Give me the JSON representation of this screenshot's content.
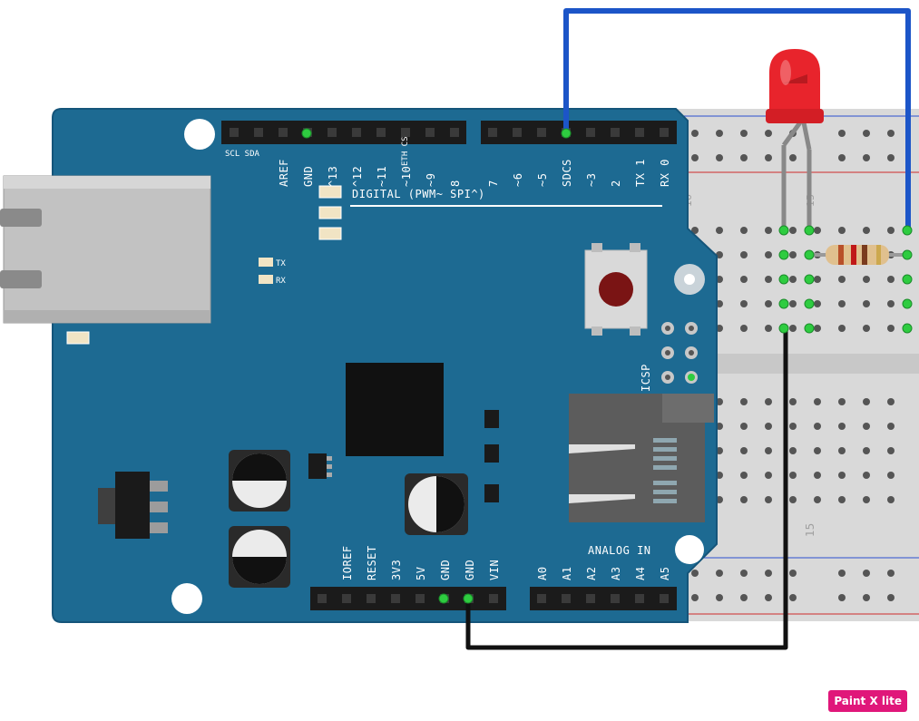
{
  "board": {
    "digital_label": "DIGITAL (PWM~ SPI^)",
    "analog_label": "ANALOG IN",
    "icsp_label": "ICSP",
    "tx_label": "TX",
    "rx_label": "RX",
    "scl_sda": "SCL SDA",
    "eth_cs": "ETH CS",
    "digital_pins": [
      "AREF",
      "GND",
      "^13",
      "^12",
      "~11",
      "~10",
      "~9",
      "8",
      "7",
      "~6",
      "~5",
      "SDCS",
      "~3",
      "2",
      "TX 1",
      "RX 0"
    ],
    "power_pins": [
      "IOREF",
      "RESET",
      "3V3",
      "5V",
      "GND",
      "GND",
      "VIN"
    ],
    "analog_pins": [
      "A0",
      "A1",
      "A2",
      "A3",
      "A4",
      "A5"
    ]
  },
  "breadboard": {
    "labels": [
      "10",
      "15",
      "15"
    ]
  },
  "colors": {
    "board": "#1d6a92",
    "board_edge": "#15557a",
    "wire_blue": "#1c55c8",
    "wire_black": "#111111",
    "led": "#e8242c",
    "pin_green": "#2ecc40"
  },
  "watermark": "Paint X lite"
}
